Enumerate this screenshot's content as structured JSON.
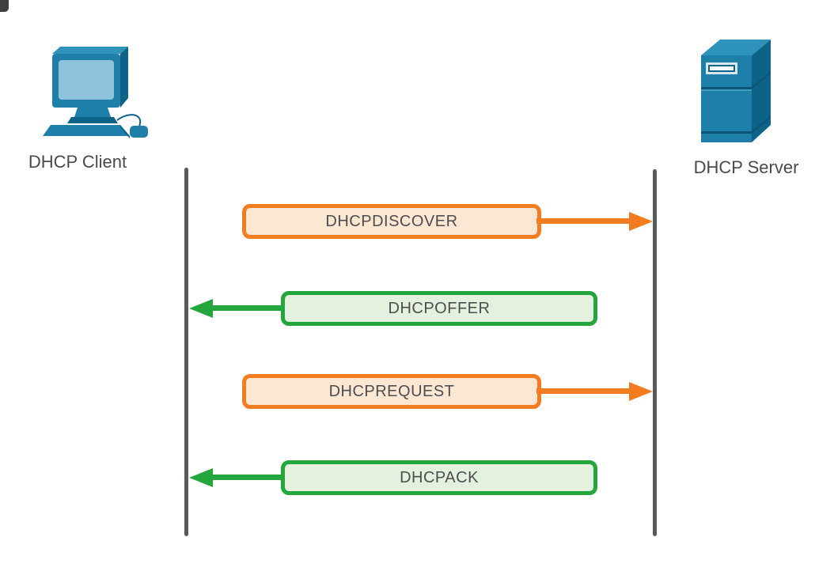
{
  "title": "DHCP message exchange sequence diagram",
  "actors": {
    "client": {
      "label": "DHCP Client",
      "icon": "desktop-computer-icon"
    },
    "server": {
      "label": "DHCP Server",
      "icon": "server-tower-icon"
    }
  },
  "messages": [
    {
      "label": "DHCPDISCOVER",
      "from": "client",
      "to": "server",
      "direction": "right",
      "color_theme": "orange"
    },
    {
      "label": "DHCPOFFER",
      "from": "server",
      "to": "client",
      "direction": "left",
      "color_theme": "green"
    },
    {
      "label": "DHCPREQUEST",
      "from": "client",
      "to": "server",
      "direction": "right",
      "color_theme": "orange"
    },
    {
      "label": "DHCPACK",
      "from": "server",
      "to": "client",
      "direction": "left",
      "color_theme": "green"
    }
  ],
  "colors": {
    "bg": "#FFFFFF",
    "orange_border": "#F47C20",
    "orange_fill": "#FCE7D2",
    "green_border": "#24A63C",
    "green_fill": "#E5F1DF",
    "lifeline": "#58595B",
    "text": "#4D4D4F",
    "label_text": "#4A4A4C",
    "icon_blue": "#1E7FA9",
    "icon_blue_dark": "#0D6287",
    "icon_blue_mid": "#2E93BA",
    "icon_screen": "#8FC2DB"
  }
}
